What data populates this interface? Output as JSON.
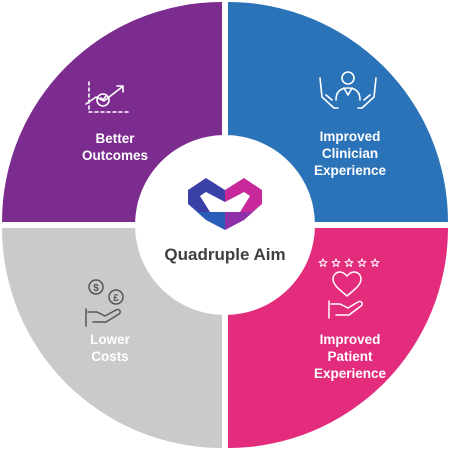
{
  "colors": {
    "better_outcomes": "#7B2C8E",
    "clinician": "#2B73B8",
    "patient": "#E42C7D",
    "costs": "#CACACA",
    "center_text": "#3F3F3F",
    "icon_line": "#ffffff",
    "costs_icon_line": "#555555"
  },
  "center": {
    "title": "Quadruple Aim",
    "logo_icon": "heart-cube-logo-icon"
  },
  "quadrants": [
    {
      "key": "better_outcomes",
      "line1": "Better",
      "line2": "Outcomes",
      "line3": "",
      "icon": "growth-chart-icon"
    },
    {
      "key": "clinician",
      "line1": "Improved",
      "line2": "Clinician",
      "line3": "Experience",
      "icon": "clinician-care-hands-icon"
    },
    {
      "key": "patient",
      "line1": "Improved",
      "line2": "Patient",
      "line3": "Experience",
      "icon": "heart-hand-stars-icon"
    },
    {
      "key": "costs",
      "line1": "Lower",
      "line2": "Costs",
      "line3": "",
      "icon": "coins-hand-icon"
    }
  ]
}
